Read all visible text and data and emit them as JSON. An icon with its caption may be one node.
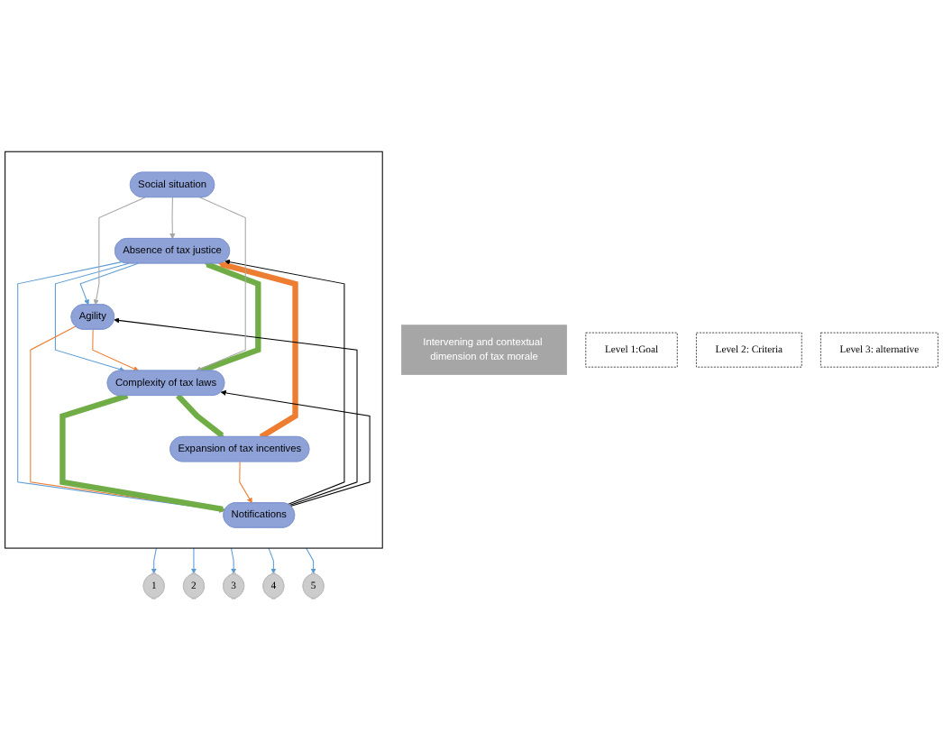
{
  "diagram": {
    "nodes": [
      {
        "text": [
          "Intervening and contextual dimension of tax morale"
        ]
      },
      {
        "text": [
          "Level 1:Goal"
        ]
      },
      {
        "text": [],
        "shape": "box"
      },
      {
        "text": [
          "Absence of tax justice"
        ],
        "in": 2
      },
      {
        "text": [
          "Agility"
        ],
        "in": 2
      },
      {
        "text": [
          "Complexity of tax laws"
        ],
        "in": 2
      },
      {
        "text": [
          "Notifications"
        ],
        "in": 2
      },
      {
        "text": [
          "Expansion of tax incentives"
        ],
        "in": 2
      },
      {
        "text": [
          "Social situation"
        ],
        "in": 2
      },
      {
        "text": [
          "Level 2: Criteria"
        ]
      },
      {
        "text": [
          "1"
        ]
      },
      {
        "text": [
          "2"
        ]
      },
      {
        "text": [
          "3"
        ]
      },
      {
        "text": [
          "4"
        ]
      },
      {
        "text": [
          "5"
        ]
      },
      {
        "text": [
          "Level 3: alternative"
        ]
      }
    ],
    "edges": [
      {
        "from": 3,
        "to": 4,
        "arrow": "to"
      },
      {
        "from": 3,
        "to": 5,
        "arrow": "to"
      },
      {
        "from": 3,
        "to": 6,
        "arrow": "to"
      },
      {
        "from": 4,
        "to": 5,
        "arrow": "to",
        "color": "#ed7d31"
      },
      {
        "from": 4,
        "to": 6,
        "arrow": "to",
        "color": "#ed7d31"
      },
      {
        "from": 5,
        "to": 3,
        "arrow": "to",
        "style": "thick",
        "color": "#70ad47"
      },
      {
        "from": 5,
        "to": 6,
        "arrow": "to",
        "style": "thick",
        "color": "#70ad47"
      },
      {
        "from": 5,
        "to": 7,
        "arrow": "to",
        "style": "thick",
        "color": "#70ad47"
      },
      {
        "from": 7,
        "to": 3,
        "arrow": "to",
        "style": "thick",
        "color": "#ed7d31"
      },
      {
        "from": 7,
        "to": 6,
        "arrow": "to",
        "color": "#ed7d31"
      },
      {
        "from": 6,
        "to": 3,
        "arrow": "to",
        "color": "#000000"
      },
      {
        "from": 6,
        "to": 4,
        "arrow": "to",
        "color": "#000000"
      },
      {
        "from": 6,
        "to": 5,
        "arrow": "to",
        "color": "#000000"
      },
      {
        "from": 8,
        "to": 3,
        "arrow": "to",
        "color": "#a5a5a5"
      },
      {
        "from": 8,
        "to": 4,
        "arrow": "to",
        "color": "#a5a5a5"
      },
      {
        "from": 8,
        "to": 5,
        "arrow": "to",
        "color": "#a5a5a5"
      },
      {
        "from": 2,
        "to": 10,
        "arrow": "to"
      },
      {
        "from": 2,
        "to": 11,
        "arrow": "to"
      },
      {
        "from": 2,
        "to": 12,
        "arrow": "to"
      },
      {
        "from": 2,
        "to": 13,
        "arrow": "to"
      },
      {
        "from": 2,
        "to": 14,
        "arrow": "to"
      }
    ]
  }
}
